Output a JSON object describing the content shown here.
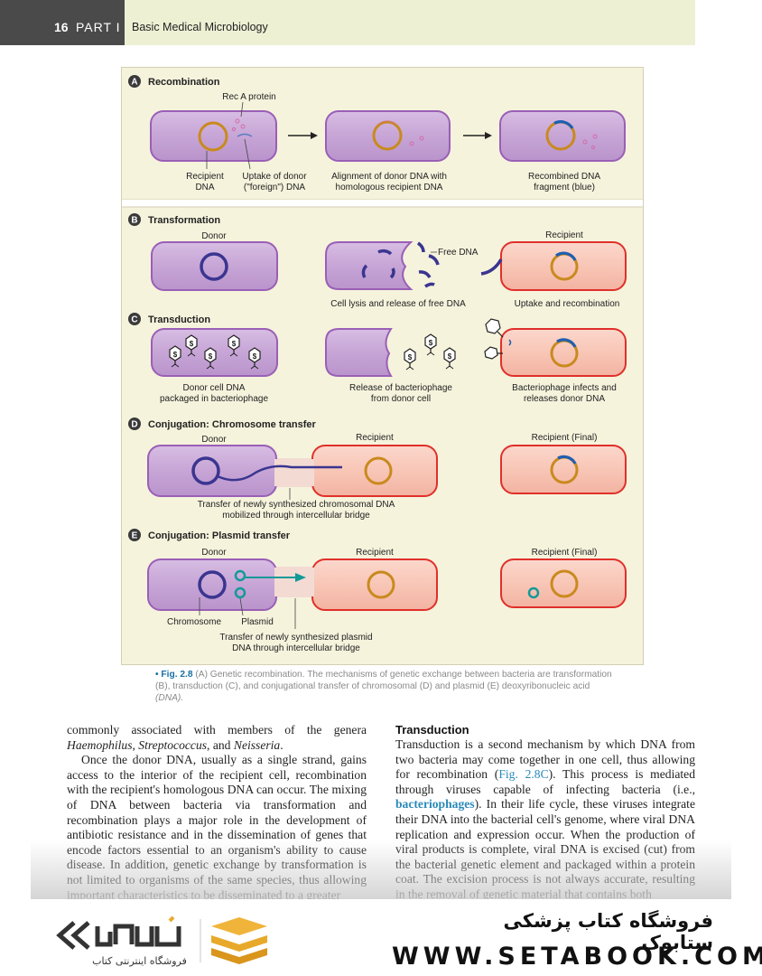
{
  "header": {
    "page_number": "16",
    "part": "PART I",
    "book_title": "Basic Medical Microbiology"
  },
  "figure": {
    "panel_a": {
      "letter": "A",
      "title": "Recombination",
      "rec_a_label": "Rec A protein",
      "recipient_label_1": "Recipient",
      "recipient_label_2": "DNA",
      "uptake_label_1": "Uptake of donor",
      "uptake_label_2": "(\"foreign\") DNA",
      "alignment_label_1": "Alignment of donor DNA with",
      "alignment_label_2": "homologous recipient DNA",
      "recombined_label_1": "Recombined DNA",
      "recombined_label_2": "fragment (blue)"
    },
    "panel_b": {
      "letter": "B",
      "title": "Transformation",
      "donor_label": "Donor",
      "free_dna_label": "Free DNA",
      "recipient_label": "Recipient",
      "lysis_label": "Cell lysis and release of free DNA",
      "uptake_label": "Uptake and recombination"
    },
    "panel_c": {
      "letter": "C",
      "title": "Transduction",
      "packaged_label_1": "Donor cell DNA",
      "packaged_label_2": "packaged in bacteriophage",
      "release_label_1": "Release of bacteriophage",
      "release_label_2": "from donor cell",
      "infect_label_1": "Bacteriophage infects and",
      "infect_label_2": "releases donor DNA"
    },
    "panel_d": {
      "letter": "D",
      "title": "Conjugation: Chromosome transfer",
      "donor_label": "Donor",
      "recipient_label": "Recipient",
      "final_label": "Recipient (Final)",
      "transfer_label_1": "Transfer of newly synthesized chromosomal DNA",
      "transfer_label_2": "mobilized through intercellular bridge"
    },
    "panel_e": {
      "letter": "E",
      "title": "Conjugation: Plasmid transfer",
      "donor_label": "Donor",
      "recipient_label": "Recipient",
      "final_label": "Recipient (Final)",
      "chromosome_label": "Chromosome",
      "plasmid_label": "Plasmid",
      "transfer_label_1": "Transfer of newly synthesized plasmid",
      "transfer_label_2": "DNA through intercellular bridge"
    },
    "phage_symbol": "$",
    "colors": {
      "purple_cell": "#c8a6d6",
      "purple_border": "#9a5fb6",
      "red_cell": "#f8c6b8",
      "red_border": "#e0302a",
      "gold_dna": "#c98a1e",
      "navy_dna": "#3a3590",
      "blue_fragment": "#1f5fb0",
      "teal_plasmid": "#129a98",
      "panel_bg": "#f5f3dc"
    }
  },
  "caption": {
    "bullet": "•",
    "label": "Fig. 2.8",
    "text": "(A) Genetic recombination. The mechanisms of genetic exchange between bacteria are transformation (B), transduction (C), and conjugational transfer of chromosomal (D) and plasmid (E) deoxyribonucleic acid",
    "acronym": "(DNA)."
  },
  "col1": {
    "p1_a": "commonly associated with members of the genera ",
    "p1_genus1": "Haemophilus",
    "p1_b": ", ",
    "p1_genus2": "Streptococcus",
    "p1_c": ", and ",
    "p1_genus3": "Neisseria",
    "p1_d": ".",
    "p2": "Once the donor DNA, usually as a single strand, gains access to the interior of the recipient cell, recombination with the recipient's homologous DNA can occur. The mixing of DNA between bacteria via transformation and recombination plays a major role in the development of antibiotic resistance and in the dissemination of genes that encode factors essential to an organism's ability to cause disease. In addition, genetic exchange by transformation is not limited to organisms of the same species, thus allowing important characteristics to be disseminated to a greater"
  },
  "col2": {
    "heading": "Transduction",
    "t1": "Transduction is a second mechanism by which DNA from two bacteria may come together in one cell, thus allowing for recombination (",
    "fig_ref": "Fig. 2.8C",
    "t2": "). This process is mediated through viruses capable of infecting bacteria (i.e., ",
    "key_term": "bacteriophages",
    "t3": "). In their life cycle, these viruses integrate their DNA into the bacterial cell's genome, where viral DNA replication and expression occur. When the production of viral products is complete, viral DNA is excised (cut) from the bacterial genetic element and packaged within a protein coat. The excision process is not always accurate, resulting in the removal of genetic material that contains both"
  },
  "banner": {
    "persian_title": "فروشگاه کتاب پزشکی ستابوک",
    "url": "WWW.SETABOOK.COM",
    "logo_subtitle": "فروشگاه اینترنتی کتاب"
  }
}
